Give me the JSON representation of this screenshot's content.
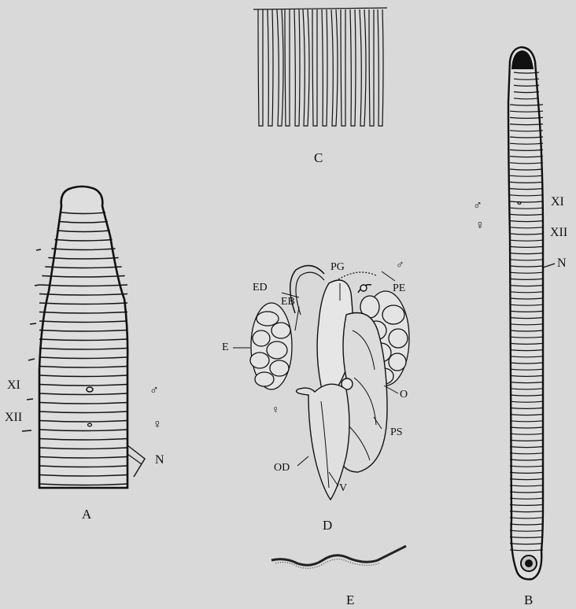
{
  "panels": {
    "A": "A",
    "B": "B",
    "C": "C",
    "D": "D",
    "E": "E"
  },
  "figA": {
    "seg11": "XI",
    "seg12": "XII",
    "male": "♂",
    "female": "♀",
    "nephropore": "N"
  },
  "figB": {
    "seg11": "XI",
    "seg12": "XII",
    "male": "♂",
    "female": "♀",
    "nephropore": "N"
  },
  "figD": {
    "prostate_gland": "PG",
    "male": "♂",
    "prostate_ejaculatory": "PE",
    "ejac_duct": "ED",
    "ejac_bulb": "EB",
    "egg": "E",
    "ovary": "O",
    "prostate_sac": "PS",
    "female": "♀",
    "oviduct": "OD",
    "vagina": "V"
  },
  "colors": {
    "background": "#d9d9d9",
    "ink": "#111111"
  }
}
